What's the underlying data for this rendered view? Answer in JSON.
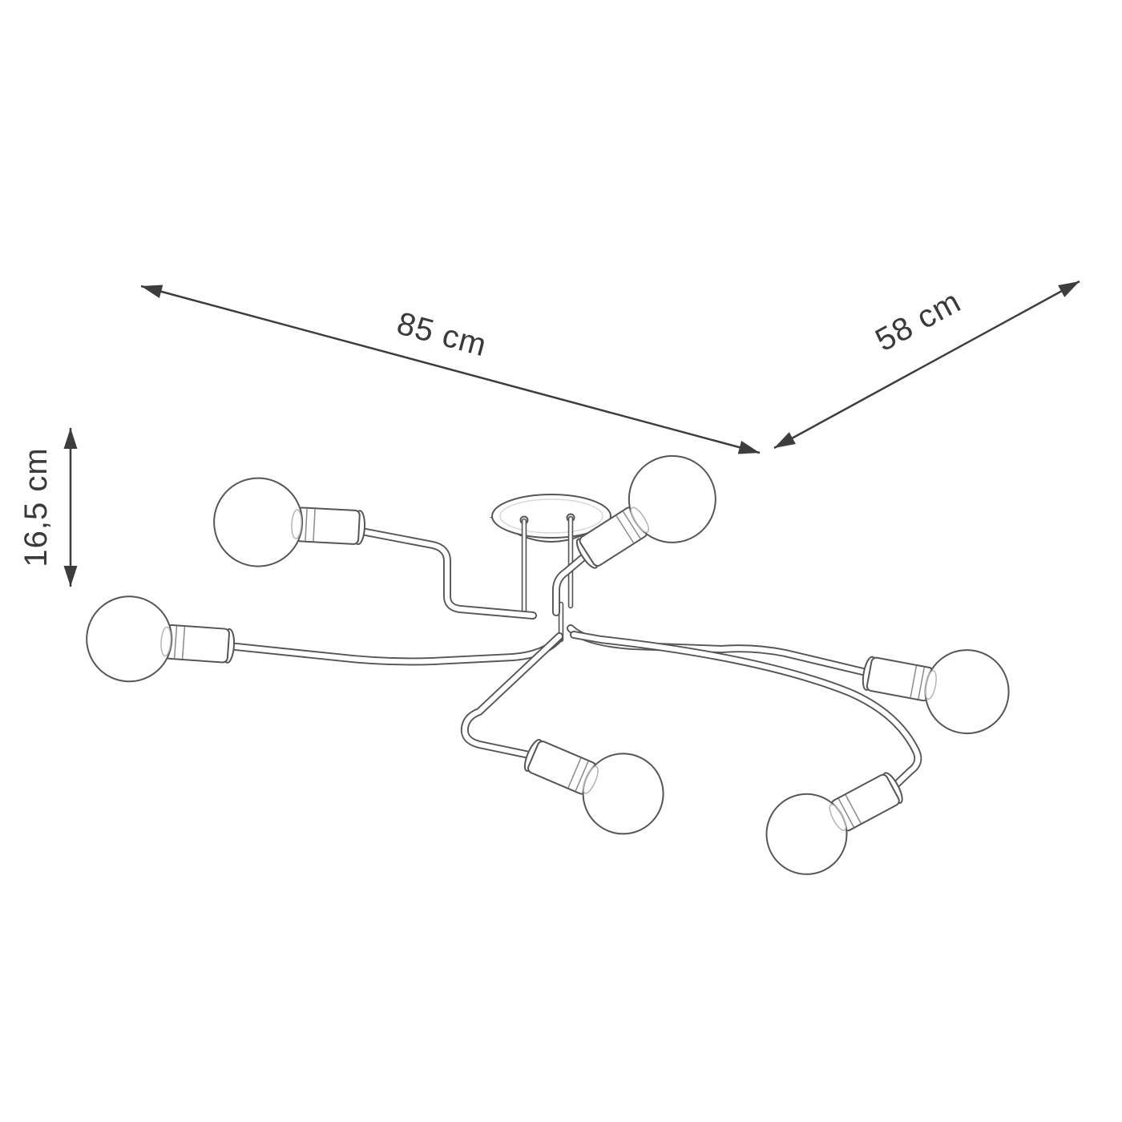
{
  "colors": {
    "background": "#ffffff",
    "drawing_line": "#565656",
    "dimension_line": "#3d3d3d",
    "label_text": "#3a3a3a"
  },
  "diagram": {
    "kind": "ceiling-lamp-dimension-drawing",
    "lamp": {
      "bulb_count": 6
    },
    "dimensions": {
      "width": {
        "label": "85 cm"
      },
      "depth": {
        "label": "58 cm"
      },
      "height": {
        "label": "16,5 cm"
      }
    }
  }
}
